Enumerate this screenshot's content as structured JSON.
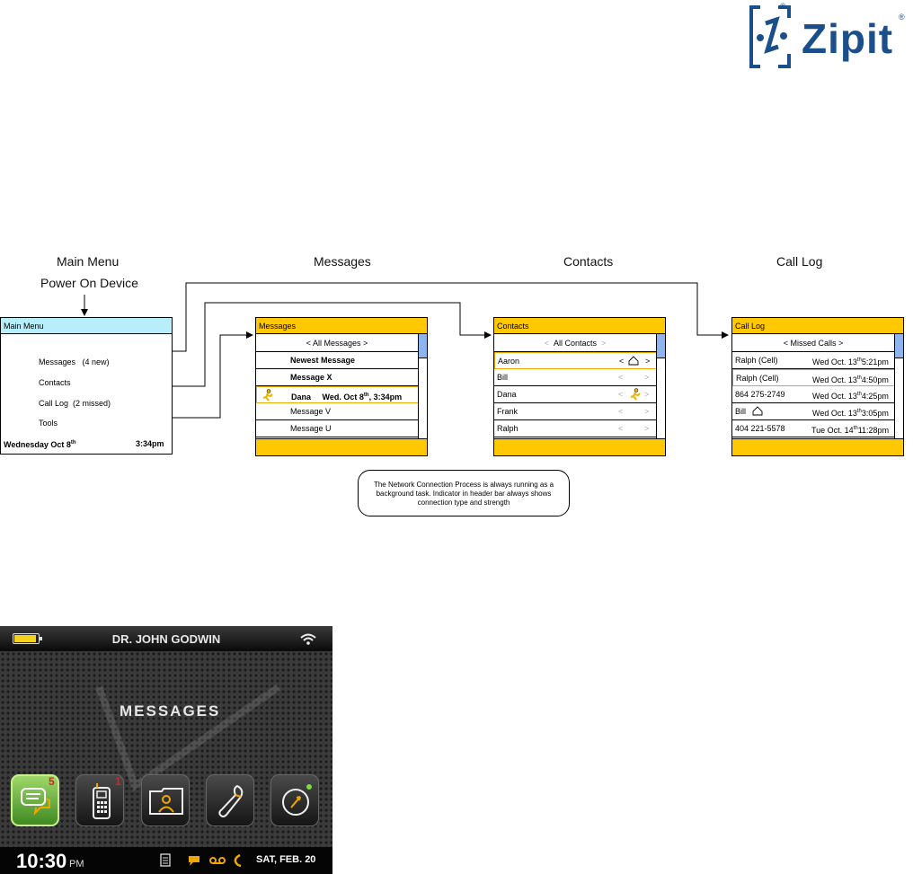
{
  "logo": {
    "brand": "Zipit",
    "reg_mark": "®",
    "colors": {
      "brand": "#1b4f8c"
    }
  },
  "headings": {
    "main_menu": "Main Menu",
    "power_on": "Power On Device",
    "messages": "Messages",
    "contacts": "Contacts",
    "call_log": "Call Log"
  },
  "main_menu_screen": {
    "title": "Main Menu",
    "items": [
      {
        "label": "Messages",
        "extra": "(4 new)"
      },
      {
        "label": "Contacts",
        "extra": ""
      },
      {
        "label": "Call Log",
        "extra": "(2 missed)"
      },
      {
        "label": "Tools",
        "extra": ""
      }
    ],
    "date": "Wednesday Oct 8",
    "date_sup": "th",
    "time": "3:34pm",
    "colors": {
      "header": "#b8eefa"
    }
  },
  "messages_screen": {
    "title": "Messages",
    "filter": "< All Messages >",
    "rows": [
      {
        "text": "Newest Message"
      },
      {
        "text": "Message X"
      },
      {
        "name": "Dana",
        "date": "Wed. Oct 8",
        "sup": "th",
        "time": ", 3:34pm"
      },
      {
        "text": "Message V"
      },
      {
        "text": "Message U"
      }
    ],
    "colors": {
      "header": "#ffc800",
      "selection": "#f0a800",
      "scroll_thumb": "#8db4ee"
    }
  },
  "contacts_screen": {
    "title": "Contacts",
    "filter": {
      "left": "<",
      "label": "All Contacts",
      "right": ">"
    },
    "rows": [
      {
        "name": "Aaron",
        "status": "home"
      },
      {
        "name": "Bill",
        "status": ""
      },
      {
        "name": "Dana",
        "status": "aim"
      },
      {
        "name": "Frank",
        "status": ""
      },
      {
        "name": "Ralph",
        "status": ""
      }
    ]
  },
  "call_log_screen": {
    "title": "Call Log",
    "filter": "< Missed Calls >",
    "rows": [
      {
        "caller": "Ralph (Cell)",
        "date": "Wed Oct. 13",
        "sup": "th",
        "time": "5:21pm"
      },
      {
        "caller": "Ralph (Cell)",
        "date": "Wed Oct. 13",
        "sup": "th",
        "time": "4:50pm"
      },
      {
        "caller": "864 275-2749",
        "date": "Wed Oct. 13",
        "sup": "th",
        "time": "4:25pm"
      },
      {
        "caller": "Bill",
        "date": "Wed Oct. 13",
        "sup": "th",
        "time": "3:05pm"
      },
      {
        "caller": "404 221-5578",
        "date": "Tue Oct. 14",
        "sup": "th",
        "time": "11:28pm"
      }
    ]
  },
  "note": {
    "line1": "The Network Connection Process is always running as a",
    "line2": "background task.  Indicator in header bar always shows",
    "line3": "connection type and strength"
  },
  "device": {
    "owner": "DR. JOHN GODWIN",
    "screen_title": "MESSAGES",
    "time": "10:30",
    "ampm": "PM",
    "date": "SAT, FEB. 20",
    "tiles": [
      {
        "icon": "chat-bubbles-icon",
        "badge": "5"
      },
      {
        "icon": "phone-icon",
        "badge": "1"
      },
      {
        "icon": "contacts-icon",
        "badge": ""
      },
      {
        "icon": "wrench-icon",
        "badge": ""
      },
      {
        "icon": "compass-icon",
        "badge": ""
      }
    ],
    "colors": {
      "active_tile": "#5fae36",
      "battery": "#f2d21c",
      "accent": "#f0a800"
    }
  }
}
